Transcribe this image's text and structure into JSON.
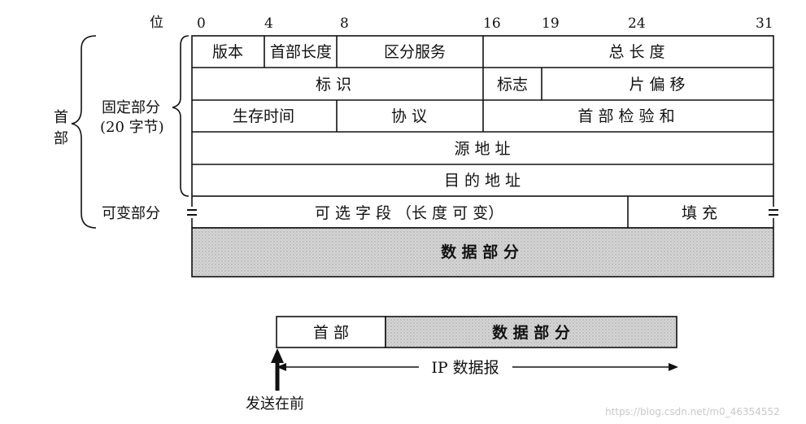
{
  "bit_axis": {
    "label": "位",
    "ticks": [
      "0",
      "4",
      "8",
      "16",
      "19",
      "24",
      "31"
    ]
  },
  "header_rows": {
    "row1": {
      "version": "版本",
      "ihl": "首部长度",
      "tos": "区分服务",
      "total_length": "总 长 度"
    },
    "row2": {
      "identification": "标 识",
      "flags": "标志",
      "fragment_offset": "片 偏 移"
    },
    "row3": {
      "ttl": "生存时间",
      "protocol": "协 议",
      "checksum": "首 部 检 验 和"
    },
    "row4": {
      "source_address": "源 地 址"
    },
    "row5": {
      "destination_address": "目 的 地 址"
    },
    "row6": {
      "options": "可 选 字 段 （长 度 可 变）",
      "padding": "填 充"
    },
    "row7": {
      "data": "数 据 部 分"
    }
  },
  "side_labels": {
    "header": "首\n部",
    "header_line1": "首",
    "header_line2": "部",
    "fixed_part_line1": "固定部分",
    "fixed_part_line2": "(20 字节)",
    "variable_part": "可变部分"
  },
  "datagram": {
    "header": "首 部",
    "data": "数 据 部 分",
    "label": "IP 数据报",
    "send_first": "发送在前"
  },
  "watermark": "https://blog.csdn.net/m0_46354552",
  "colors": {
    "line": "#111111",
    "data_fill": "#d4d4d4"
  }
}
